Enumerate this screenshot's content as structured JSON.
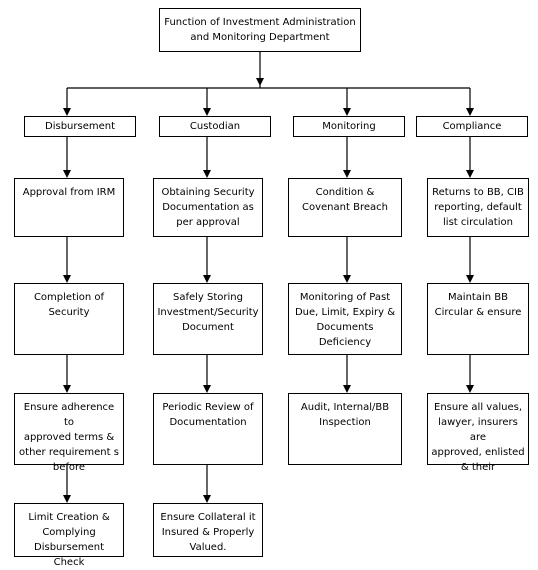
{
  "root": {
    "label": "Function of Investment Administration\nand Monitoring Department"
  },
  "columns": [
    {
      "title": "Disbursement",
      "steps": [
        "Approval from IRM",
        "Completion of\nSecurity",
        "Ensure adherence to\napproved terms &\nother requirement s\nbefore",
        "Limit Creation &\nComplying\nDisbursement Check"
      ]
    },
    {
      "title": "Custodian",
      "steps": [
        "Obtaining Security\nDocumentation as\nper approval",
        "Safely Storing\nInvestment/Security\nDocument",
        "Periodic Review of\nDocumentation",
        "Ensure Collateral it\nInsured & Properly\nValued."
      ]
    },
    {
      "title": "Monitoring",
      "steps": [
        "Condition &\nCovenant Breach",
        "Monitoring of Past\nDue, Limit, Expiry &\nDocuments\nDeficiency",
        "Audit, Internal/BB\nInspection"
      ]
    },
    {
      "title": "Compliance",
      "steps": [
        "Returns to BB, CIB\nreporting, default\nlist circulation",
        "Maintain BB\nCircular  & ensure",
        "Ensure all values,\nlawyer, insurers are\napproved, enlisted\n& their"
      ]
    }
  ]
}
